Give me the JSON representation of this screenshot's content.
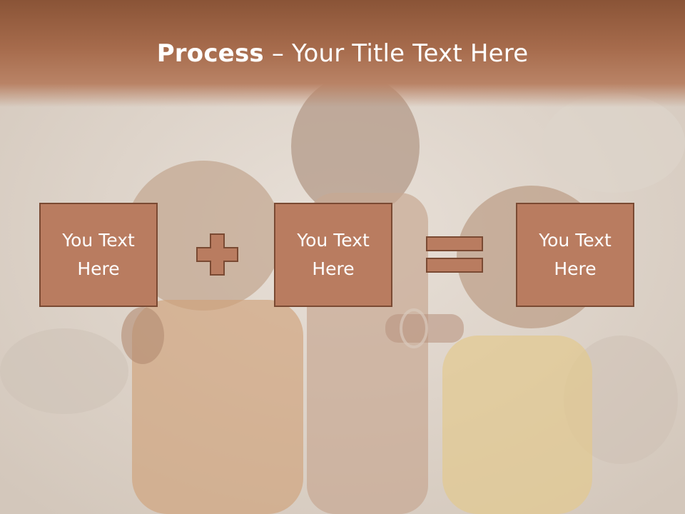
{
  "title": {
    "bold": "Process",
    "rest": " – Your Title Text Here"
  },
  "boxes": [
    {
      "label": "You Text\nHere"
    },
    {
      "label": "You Text\nHere"
    },
    {
      "label": "You Text\nHere"
    }
  ],
  "operators": {
    "first": "plus-icon",
    "second": "equals-icon"
  },
  "colors": {
    "title_band": "#a66b4c",
    "box_fill": "#b97c60",
    "box_border": "#7a4a33",
    "text": "#ffffff"
  }
}
